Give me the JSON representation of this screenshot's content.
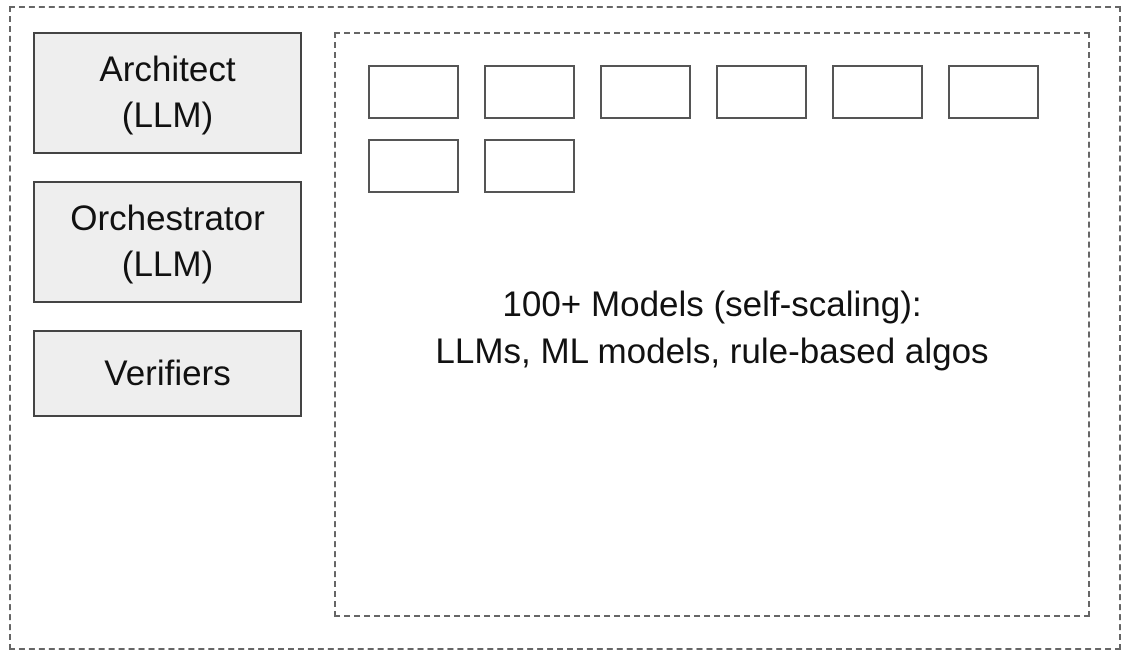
{
  "roles": {
    "architect": {
      "line1": "Architect",
      "line2": "(LLM)"
    },
    "orchestrator": {
      "line1": "Orchestrator",
      "line2": "(LLM)"
    },
    "verifiers": {
      "line1": "Verifiers"
    }
  },
  "models_pool": {
    "caption_line1": "100+ Models (self-scaling):",
    "caption_line2": "LLMs, ML models, rule-based algos",
    "slot_count": 8
  },
  "colors": {
    "role_fill": "#eeeeee",
    "border": "#444444",
    "dashed_border": "#666666"
  }
}
